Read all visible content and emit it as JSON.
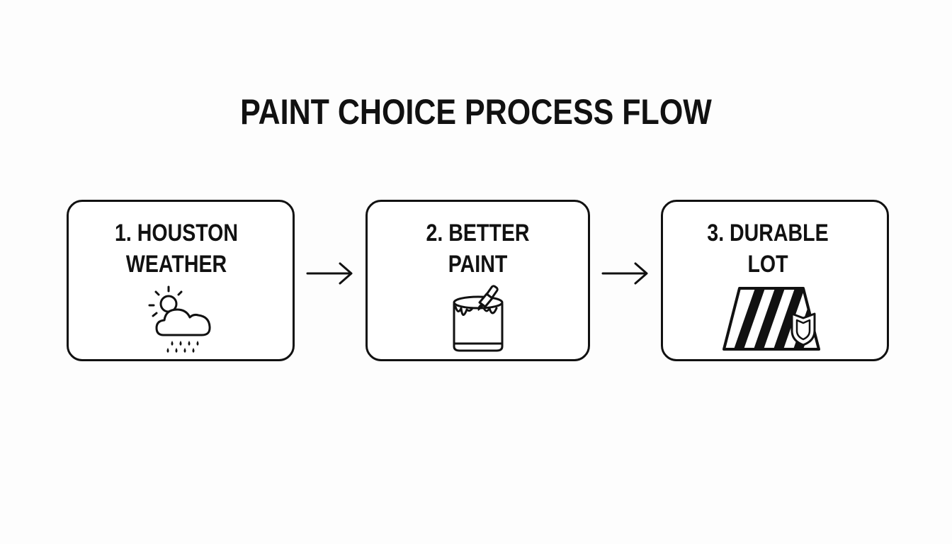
{
  "title": "PAINT CHOICE PROCESS FLOW",
  "steps": [
    {
      "line1": "1. HOUSTON",
      "line2": "WEATHER",
      "icon": "weather-cloud-rain-sun-icon"
    },
    {
      "line1": "2. BETTER",
      "line2": "PAINT",
      "icon": "paint-can-brush-icon"
    },
    {
      "line1": "3. DURABLE",
      "line2": "LOT",
      "icon": "striped-lot-shield-icon"
    }
  ],
  "colors": {
    "stroke": "#111111",
    "background": "#fdfdfd"
  }
}
